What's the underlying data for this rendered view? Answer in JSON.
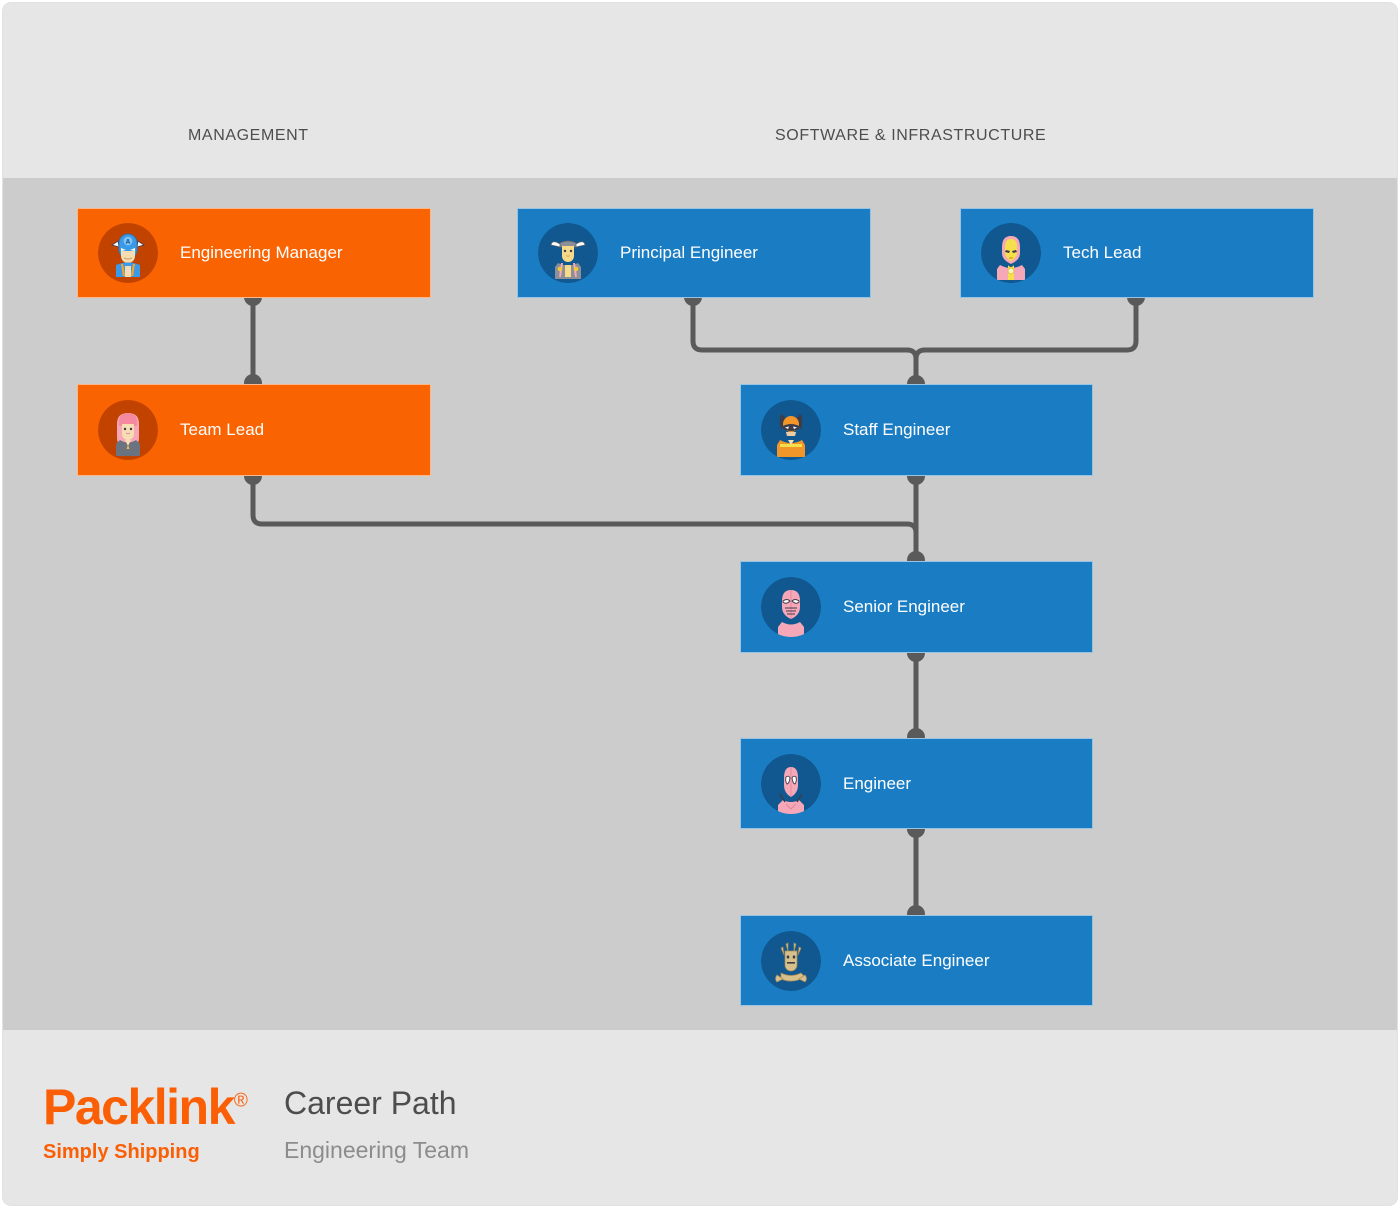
{
  "columns": [
    {
      "id": "management",
      "label": "MANAGEMENT"
    },
    {
      "id": "software",
      "label": "SOFTWARE & INFRASTRUCTURE"
    }
  ],
  "colors": {
    "management_track": "#f96302",
    "engineering_track": "#1a7dc4",
    "connector": "#5a5a5a",
    "header_band": "#e6e6e6",
    "canvas": "#cccccc",
    "brand_orange": "#fa5f05",
    "title_gray": "#4d4d4d",
    "subtitle_gray": "#8c8c8c"
  },
  "nodes": [
    {
      "id": "engineering-manager",
      "label": "Engineering Manager",
      "track": "management",
      "icon": "captain-america-avatar-icon"
    },
    {
      "id": "team-lead",
      "label": "Team Lead",
      "track": "management",
      "icon": "female-hero-avatar-icon"
    },
    {
      "id": "principal-engineer",
      "label": "Principal Engineer",
      "track": "engineering",
      "icon": "thor-avatar-icon"
    },
    {
      "id": "tech-lead",
      "label": "Tech Lead",
      "track": "engineering",
      "icon": "iron-man-avatar-icon"
    },
    {
      "id": "staff-engineer",
      "label": "Staff Engineer",
      "track": "engineering",
      "icon": "wolverine-avatar-icon"
    },
    {
      "id": "senior-engineer",
      "label": "Senior Engineer",
      "track": "engineering",
      "icon": "masked-hero-avatar-icon"
    },
    {
      "id": "engineer",
      "label": "Engineer",
      "track": "engineering",
      "icon": "deadpool-avatar-icon"
    },
    {
      "id": "associate-engineer",
      "label": "Associate Engineer",
      "track": "engineering",
      "icon": "groot-avatar-icon"
    }
  ],
  "connections": [
    {
      "from": "engineering-manager",
      "to": "team-lead"
    },
    {
      "from": "principal-engineer",
      "to": "staff-engineer"
    },
    {
      "from": "tech-lead",
      "to": "staff-engineer"
    },
    {
      "from": "team-lead",
      "to": "senior-engineer"
    },
    {
      "from": "staff-engineer",
      "to": "senior-engineer"
    },
    {
      "from": "senior-engineer",
      "to": "engineer"
    },
    {
      "from": "engineer",
      "to": "associate-engineer"
    }
  ],
  "footer": {
    "brand": "Packlink",
    "brand_registered": "®",
    "tagline": "Simply Shipping",
    "title": "Career Path",
    "subtitle": "Engineering Team"
  }
}
